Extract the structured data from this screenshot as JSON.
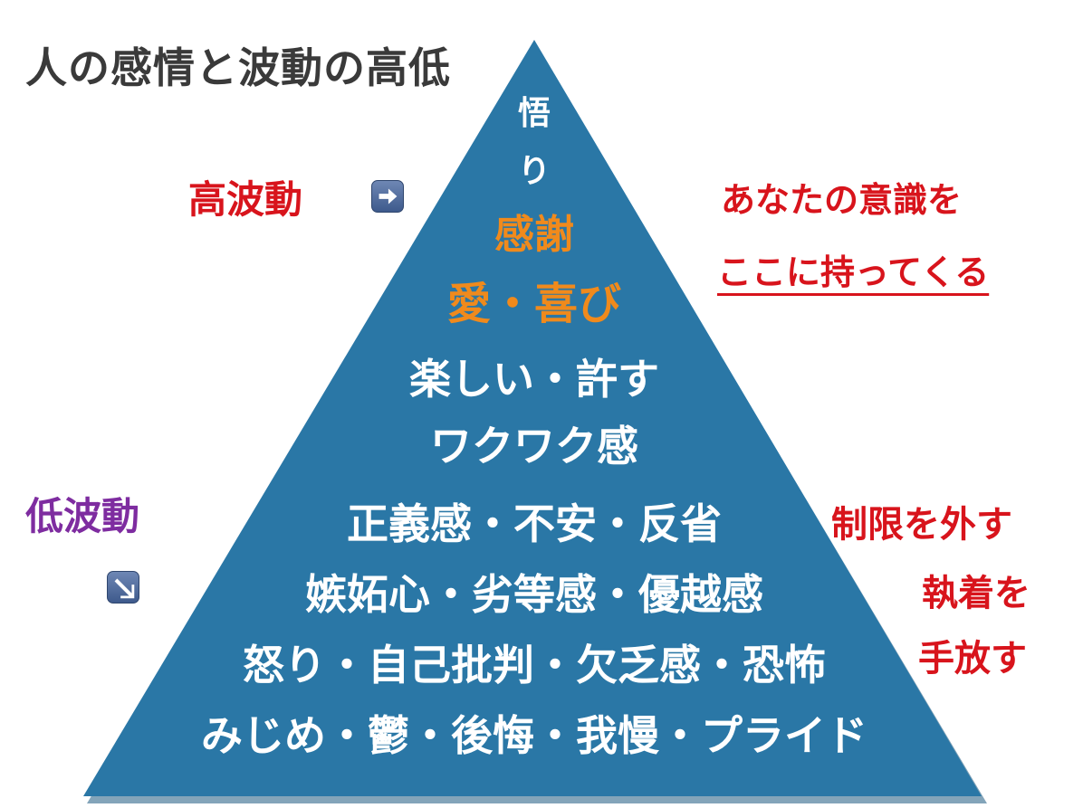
{
  "title": "人の感情と波動の高低",
  "colors": {
    "pyramid": "#2a77a6",
    "pyramid_shadow": "#1d5a80",
    "title": "#3a3a3a",
    "red": "#d8141c",
    "orange": "#f08a1c",
    "purple": "#7e2ca0",
    "white": "#ffffff"
  },
  "labels": {
    "high": "高波動",
    "low": "低波動",
    "high_icon": "right-arrow-icon",
    "low_icon": "down-right-arrow-icon"
  },
  "note": {
    "line1": "あなたの意識を",
    "line2": "ここに持ってくる"
  },
  "release": {
    "line1": "制限を外す",
    "line2": "執着を",
    "line3": "手放す"
  },
  "pyramid_levels": [
    {
      "text": "悟",
      "color": "white"
    },
    {
      "text": "り",
      "color": "white"
    },
    {
      "text": "感謝",
      "color": "orange"
    },
    {
      "text": "愛・喜び",
      "color": "orange"
    },
    {
      "text": "楽しい・許す",
      "color": "white"
    },
    {
      "text": "ワクワク感",
      "color": "white"
    },
    {
      "text": "正義感・不安・反省",
      "color": "white"
    },
    {
      "text": "嫉妬心・劣等感・優越感",
      "color": "white"
    },
    {
      "text": "怒り・自己批判・欠乏感・恐怖",
      "color": "white"
    },
    {
      "text": "みじめ・鬱・後悔・我慢・プライド",
      "color": "white"
    }
  ]
}
